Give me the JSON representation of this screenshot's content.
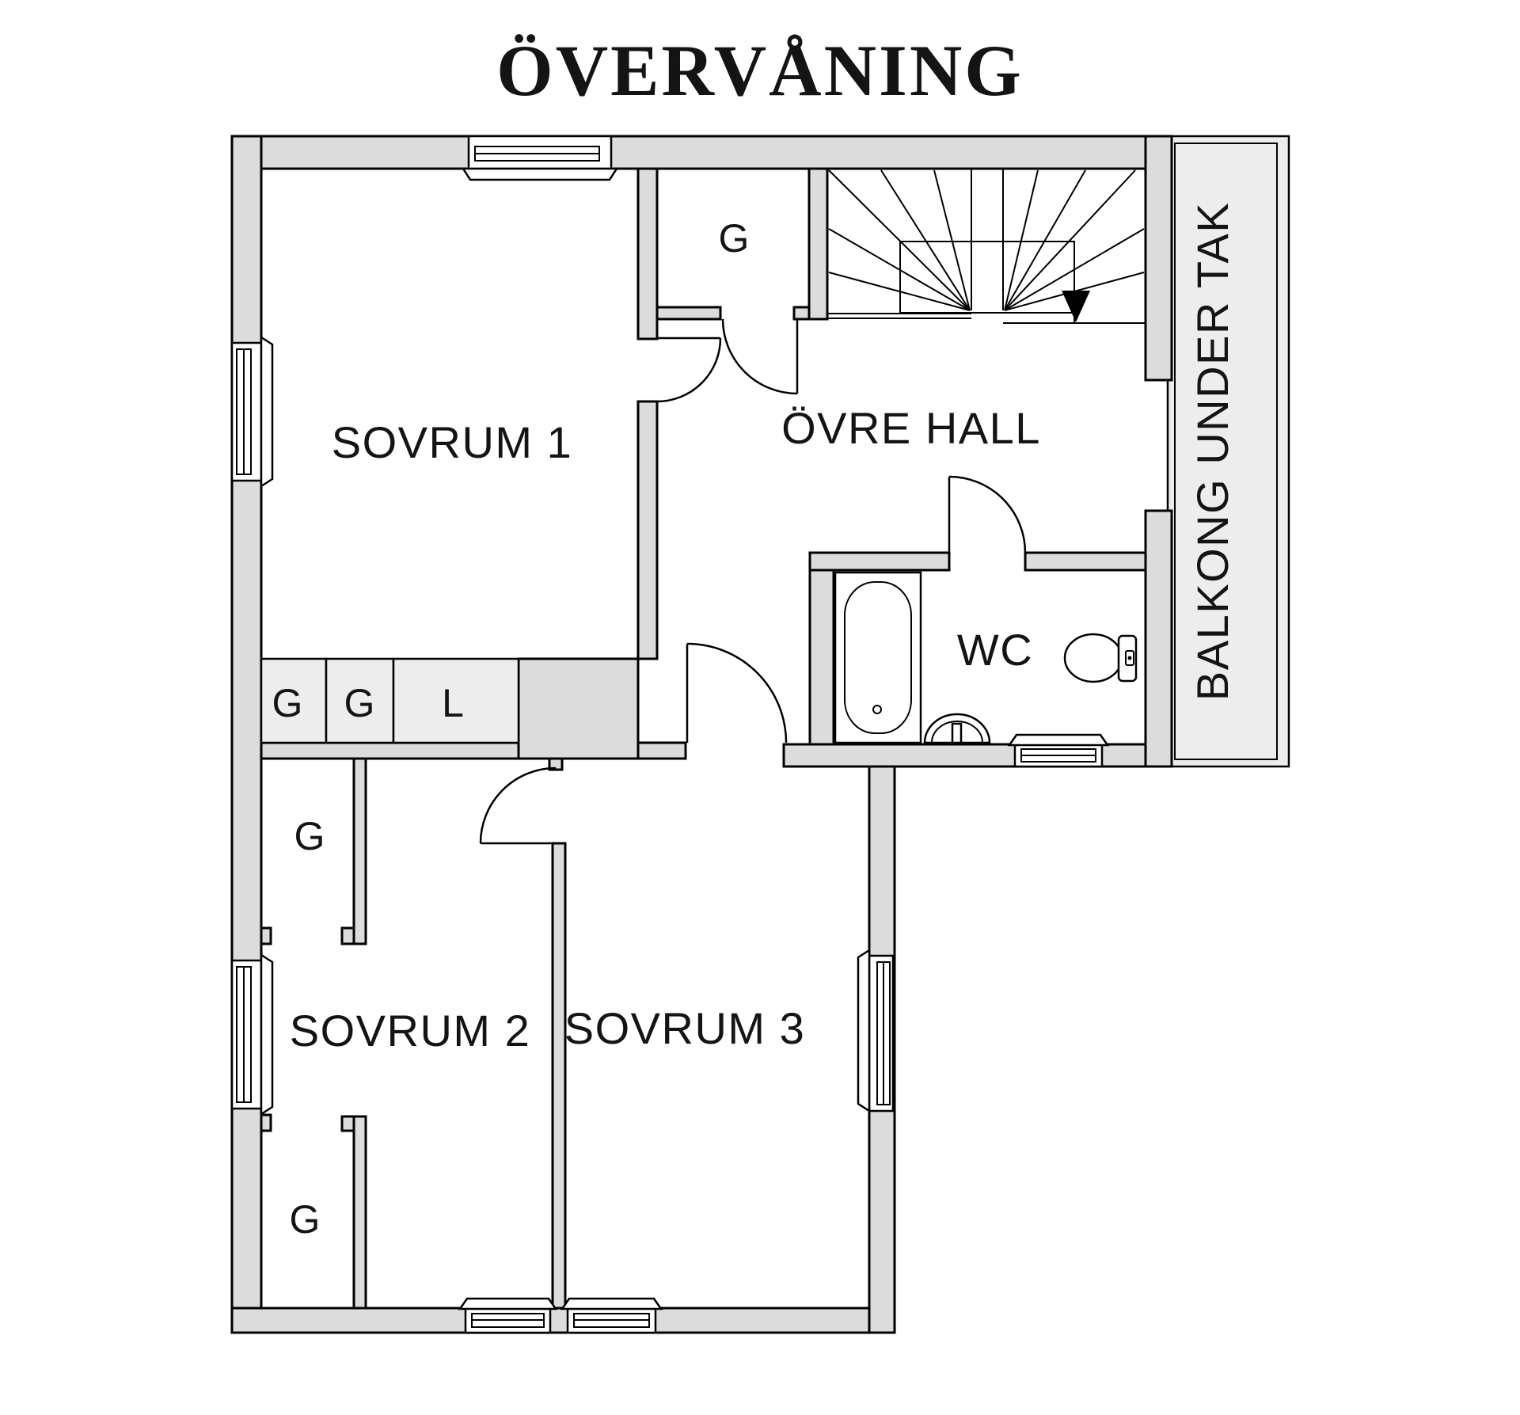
{
  "title": "ÖVERVÅNING",
  "rooms": {
    "sovrum1": "SOVRUM 1",
    "hall": "ÖVRE HALL",
    "wc": "WC",
    "sovrum2": "SOVRUM 2",
    "sovrum3": "SOVRUM 3",
    "balcony": "BALKONG UNDER TAK"
  },
  "closet_labels": {
    "wardrobe": "G",
    "linen": "L"
  },
  "colors": {
    "bg": "#ffffff",
    "wall_fill": "#dcdcdc",
    "light_fill": "#ededed",
    "line": "#000000",
    "text": "#141414"
  }
}
